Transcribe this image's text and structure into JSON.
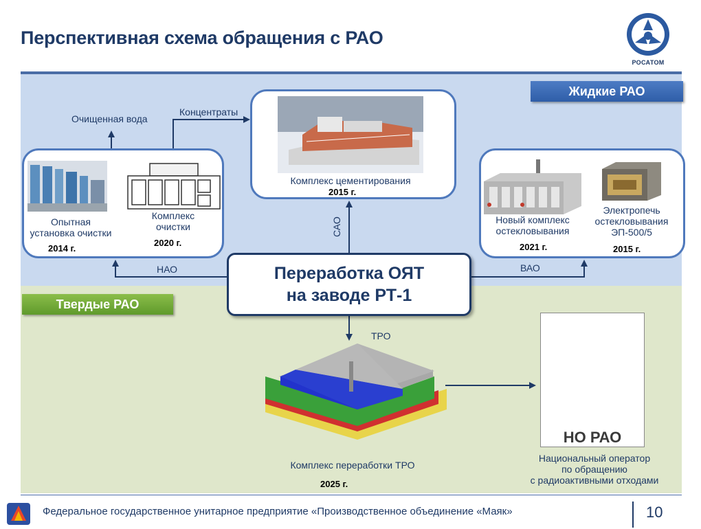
{
  "title": "Перспективная схема обращения с РАО",
  "logo": {
    "icon": "rosatom-logo-icon",
    "text": "РОСАТОМ"
  },
  "tags": {
    "liquid": "Жидкие РАО",
    "solid": "Твердые РАО"
  },
  "main": {
    "line1": "Переработка ОЯТ",
    "line2": "на заводе РТ-1"
  },
  "flows": {
    "purified_water": "Очищенная вода",
    "concentrates": "Концентраты",
    "sao": "САО",
    "nao": "НАО",
    "vao": "ВАО",
    "tro": "ТРО"
  },
  "facilities": {
    "pilot_plant": {
      "label_line1": "Опытная",
      "label_line2": "установка очистки",
      "year": "2014 г."
    },
    "cleaning_complex": {
      "label_line1": "Комплекс",
      "label_line2": "очистки",
      "year": "2020 г."
    },
    "cementing": {
      "label": "Комплекс цементирования",
      "year": "2015 г."
    },
    "vitrification_new": {
      "label_line1": "Новый комплекс",
      "label_line2": "остекловывания",
      "year": "2021 г."
    },
    "furnace": {
      "label_line1": "Электропечь",
      "label_line2": "остекловывания",
      "label_line3": "ЭП-500/5",
      "year": "2015 г."
    },
    "tro_complex": {
      "label": "Комплекс переработки ТРО",
      "year": "2025 г."
    },
    "operator": {
      "logo_text": "НО РАО",
      "label_line1": "Национальный оператор",
      "label_line2": "по обращению",
      "label_line3": "с радиоактивными отходами"
    }
  },
  "footer": {
    "text": "Федеральное государственное унитарное предприятие «Производственное объединение «Маяк»",
    "page": "10",
    "logo_icon": "mayak-logo-icon"
  },
  "colors": {
    "primary": "#1f3a66",
    "liquid_zone": "#c9d9ef",
    "solid_zone": "#dfe7cb",
    "box_border": "#4f79bc",
    "liquid_tag": "#2f5ea8",
    "solid_tag": "#5f9a2c"
  }
}
